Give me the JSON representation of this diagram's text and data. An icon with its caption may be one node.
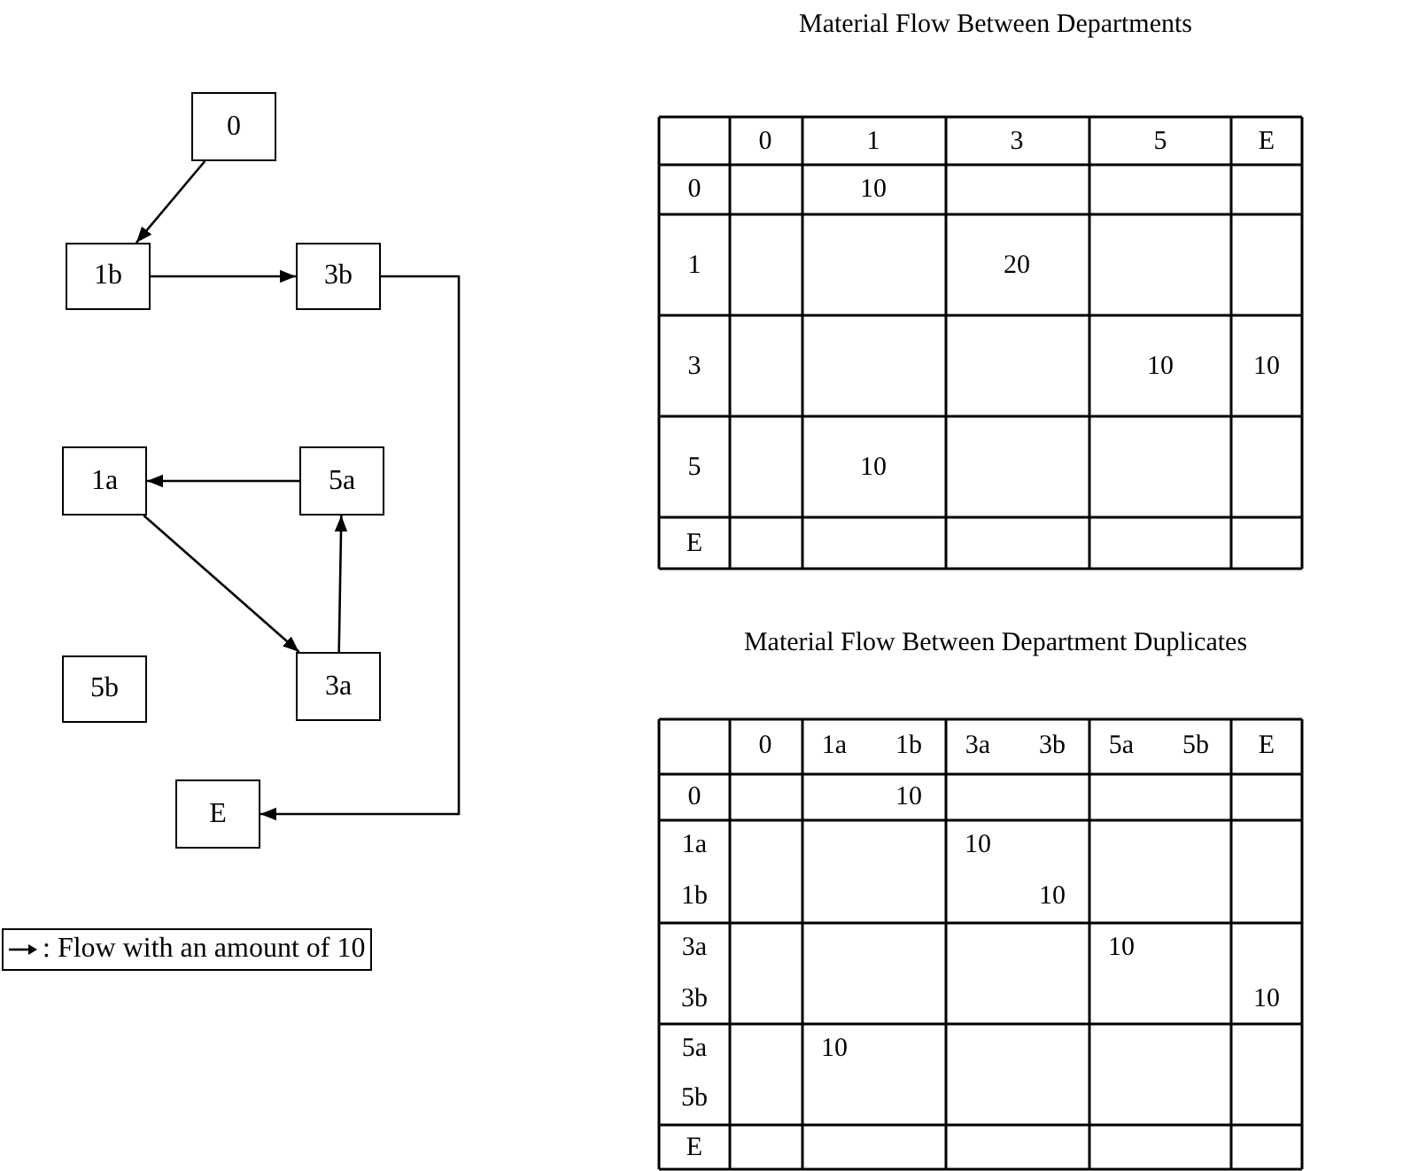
{
  "diagram": {
    "nodes": [
      {
        "text": [
          "0"
        ]
      },
      {
        "text": [
          "1b"
        ]
      },
      {
        "text": [
          "3b"
        ]
      },
      {
        "text": [
          "1a"
        ]
      },
      {
        "text": [
          "5a"
        ]
      },
      {
        "text": [
          "5b"
        ]
      },
      {
        "text": [
          "3a"
        ]
      },
      {
        "text": [
          "E"
        ]
      }
    ],
    "edges": [
      {
        "from": 0,
        "to": 1,
        "arrow": "to"
      },
      {
        "from": 1,
        "to": 2,
        "arrow": "to"
      },
      {
        "from": 2,
        "to": 7,
        "arrow": "to"
      },
      {
        "from": 4,
        "to": 3,
        "arrow": "to"
      },
      {
        "from": 3,
        "to": 6,
        "arrow": "to"
      },
      {
        "from": 6,
        "to": 4,
        "arrow": "to"
      }
    ],
    "labels": [
      "Material Flow Between Departments",
      "0",
      "1",
      "3",
      "5",
      "E",
      "0",
      "10",
      "1",
      "20",
      "3",
      "10",
      "10",
      "5",
      "10",
      "E",
      "Material Flow Between Department Duplicates",
      "0",
      "1a",
      "1b",
      "3a",
      "3b",
      "5a",
      "5b",
      "E",
      "0",
      "10",
      "1a",
      "10",
      "1b",
      "10",
      "3a",
      "10",
      "3b",
      "10",
      "5a",
      "10",
      "5b",
      "E"
    ],
    "legend": [
      {
        "text": ": Flow with an amount of 10"
      }
    ]
  }
}
